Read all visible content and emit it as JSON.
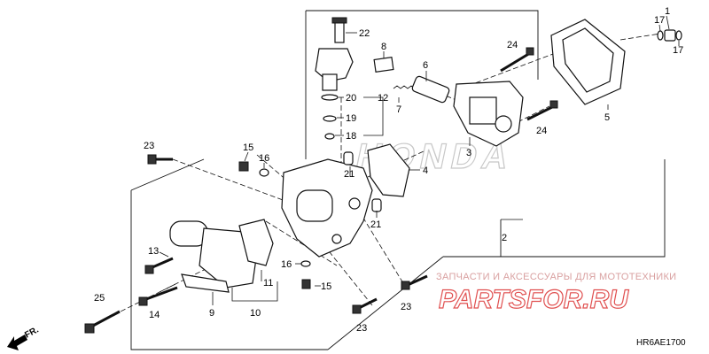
{
  "diagram": {
    "callouts": {
      "c1": "1",
      "c2": "2",
      "c3": "3",
      "c4": "4",
      "c5": "5",
      "c6": "6",
      "c7": "7",
      "c8": "8",
      "c9": "9",
      "c10": "10",
      "c11": "11",
      "c12": "12",
      "c13": "13",
      "c14": "14",
      "c15a": "15",
      "c15b": "15",
      "c16a": "16",
      "c16b": "16",
      "c17a": "17",
      "c17b": "17",
      "c18": "18",
      "c19": "19",
      "c20": "20",
      "c21a": "21",
      "c21b": "21",
      "c22": "22",
      "c23a": "23",
      "c23b": "23",
      "c23c": "23",
      "c24a": "24",
      "c24b": "24",
      "c25": "25"
    },
    "front_label": "FR.",
    "diagram_code": "HR6AE1700"
  },
  "watermark": {
    "tagline": "ЗАПЧАСТИ И АКСЕССУАРЫ ДЛЯ МОТОТЕХНИКИ",
    "logo": "PARTSFOR.RU",
    "brand": "HONDA"
  }
}
